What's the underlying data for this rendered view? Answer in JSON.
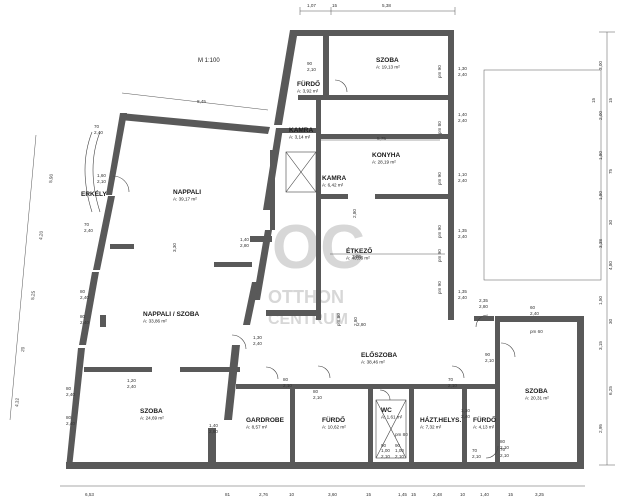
{
  "plan": {
    "scale": "M 1:100",
    "colors": {
      "wall": "#595959",
      "line": "#444444",
      "watermark": "#d7d7d7"
    }
  },
  "watermark": {
    "logo": "OC",
    "line1": "OTTHON",
    "line2": "CENTRUM"
  },
  "rooms": [
    {
      "id": "szoba-top",
      "name": "SZOBA",
      "area": "A: 19,13 m²"
    },
    {
      "id": "furdo-top",
      "name": "FÜRDŐ",
      "area": "A: 3,92 m²"
    },
    {
      "id": "kamra-1",
      "name": "KAMRA",
      "area": "A: 3,14 m²"
    },
    {
      "id": "konyha",
      "name": "KONYHA",
      "area": "A: 28,19 m²"
    },
    {
      "id": "kamra-2",
      "name": "KAMRA",
      "area": "A: 6,42 m²"
    },
    {
      "id": "erkely",
      "name": "ERKÉLY",
      "area": ""
    },
    {
      "id": "nappali",
      "name": "NAPPALI",
      "area": "A: 39,17 m²"
    },
    {
      "id": "etkezo",
      "name": "ÉTKEZŐ",
      "area": "A: 40,06 m²"
    },
    {
      "id": "nappali-szoba",
      "name": "NAPPALI / SZOBA",
      "area": "A: 33,86 m²"
    },
    {
      "id": "eloszoba",
      "name": "ELŐSZOBA",
      "area": "A: 38,46 m²"
    },
    {
      "id": "szoba-right",
      "name": "SZOBA",
      "area": "A: 20,31 m²"
    },
    {
      "id": "szoba-bottom",
      "name": "SZOBA",
      "area": "A: 24,69 m²"
    },
    {
      "id": "gardrobe",
      "name": "GARDROBE",
      "area": "A: 8,57 m²"
    },
    {
      "id": "furdo-bottom",
      "name": "FÜRDŐ",
      "area": "A: 10,62 m²"
    },
    {
      "id": "wc",
      "name": "WC",
      "area": "A: 1,61 m²"
    },
    {
      "id": "haztartasi",
      "name": "HÁZT.HELYS.",
      "area": "A: 7,32 m²"
    },
    {
      "id": "furdo-small",
      "name": "FÜRDŐ",
      "area": "A: 4,13 m²"
    }
  ],
  "dimensions": {
    "top": [
      "1,07",
      "15",
      "5,38"
    ],
    "bottom": [
      "6,53",
      "81",
      "2,76",
      "10",
      "3,60",
      "15",
      "1,45",
      "15",
      "2,48",
      "10",
      "1,40",
      "15",
      "3,25"
    ],
    "right": [
      "3,00",
      "15",
      "2,00",
      "15",
      "1,80",
      "75",
      "1,80",
      "30",
      "3,38",
      "4,80",
      "1,50",
      "30",
      "3,15",
      "6,25",
      "2,95"
    ],
    "left": [
      "5,90",
      "4,20",
      "5,25",
      "20",
      "4,32"
    ],
    "diagonal": [
      "8,45",
      "5,75",
      "7,90"
    ],
    "openings": [
      {
        "w": "90",
        "h": "2,10"
      },
      {
        "w": "1,30",
        "h": "2,40"
      },
      {
        "w": "1,40",
        "h": "2,40"
      },
      {
        "w": "1,10",
        "h": "2,40"
      },
      {
        "w": "1,35",
        "h": "2,40"
      },
      {
        "w": "1,35",
        "h": "2,40"
      },
      {
        "w": "70",
        "h": "2,40"
      },
      {
        "w": "1,60",
        "h": "2,10"
      },
      {
        "w": "70",
        "h": "2,40"
      },
      {
        "w": "1,40",
        "h": "2,80"
      },
      {
        "w": "80",
        "h": "2,40"
      },
      {
        "w": "80",
        "h": "2,40"
      },
      {
        "w": "1,30",
        "h": "2,40"
      },
      {
        "w": "1,20",
        "h": "2,40"
      },
      {
        "w": "80",
        "h": "2,40"
      },
      {
        "w": "80",
        "h": "2,40"
      },
      {
        "w": "1,40",
        "h": "2,80"
      },
      {
        "w": "80",
        "h": "2,10"
      },
      {
        "w": "80",
        "h": "2,10"
      },
      {
        "w": "70",
        "h": "2,10"
      },
      {
        "w": "70",
        "h": "2,10"
      },
      {
        "w": "80",
        "h": "2,10"
      },
      {
        "w": "2,35",
        "h": "2,80"
      },
      {
        "w": "1,10",
        "h": "2,40"
      },
      {
        "w": "90",
        "h": "2,10"
      },
      {
        "w": "1,00",
        "h": "2,10"
      },
      {
        "w": "1,00",
        "h": "2,10"
      },
      {
        "w": "60",
        "h": "2,40"
      },
      {
        "w": "70",
        "h": "2,10"
      },
      {
        "w": "2,80",
        "h": ""
      }
    ],
    "pm": [
      "pm 90",
      "pm 80",
      "pm 90",
      "pm 90",
      "pm 90",
      "pm 90",
      "pm 80",
      "pm 80",
      "pm 60"
    ],
    "misc": [
      "3,30",
      "2,80",
      "2,80",
      "90",
      "90"
    ]
  }
}
